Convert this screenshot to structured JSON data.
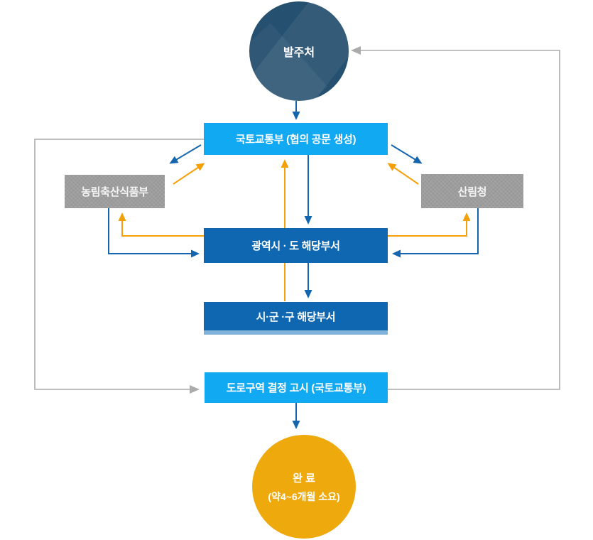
{
  "diagram": {
    "type": "flowchart",
    "nodes": {
      "orderer": {
        "label": "발주처",
        "shape": "circle",
        "color": "#25506f"
      },
      "molit": {
        "label": "국토교통부 (협의 공문 생성)",
        "shape": "box",
        "color": "#12a9f3"
      },
      "mafra": {
        "label": "농림축산식품부",
        "shape": "box",
        "color": "#9d9d9d"
      },
      "forest": {
        "label": "산림청",
        "shape": "box",
        "color": "#9d9d9d"
      },
      "province": {
        "label": "광역시 · 도 해당부서",
        "shape": "box",
        "color": "#0f67b1"
      },
      "district": {
        "label": "시·군 ·구 해당부서",
        "shape": "box",
        "color": "#0f67b1"
      },
      "notice": {
        "label": "도로구역 결정 고시 (국토교통부)",
        "shape": "box",
        "color": "#12a9f3"
      },
      "complete": {
        "label": "완 료",
        "sublabel": "(약4~6개월 소요)",
        "shape": "circle",
        "color": "#eea90d"
      }
    },
    "edges": [
      {
        "from": "orderer",
        "to": "molit",
        "color": "blue"
      },
      {
        "from": "molit",
        "to": "mafra",
        "color": "blue"
      },
      {
        "from": "mafra",
        "to": "molit",
        "color": "orange"
      },
      {
        "from": "molit",
        "to": "forest",
        "color": "blue"
      },
      {
        "from": "forest",
        "to": "molit",
        "color": "orange"
      },
      {
        "from": "molit",
        "to": "province",
        "color": "blue"
      },
      {
        "from": "district",
        "to": "molit",
        "color": "orange"
      },
      {
        "from": "province",
        "to": "district",
        "color": "blue"
      },
      {
        "from": "mafra",
        "to": "province",
        "color": "blue"
      },
      {
        "from": "province",
        "to": "mafra",
        "color": "orange"
      },
      {
        "from": "forest",
        "to": "province",
        "color": "blue"
      },
      {
        "from": "province",
        "to": "forest",
        "color": "orange"
      },
      {
        "from": "molit",
        "to": "notice",
        "color": "gray"
      },
      {
        "from": "notice",
        "to": "orderer",
        "color": "gray"
      },
      {
        "from": "notice",
        "to": "complete",
        "color": "blue"
      }
    ]
  },
  "colors": {
    "light_blue": "#12a9f3",
    "dark_blue": "#0f67b1",
    "arrow_blue": "#1565ae",
    "arrow_orange": "#f5a008",
    "gray_box": "#9d9d9d",
    "gray_line": "#ababab",
    "navy_circle": "#25506f",
    "orange_circle": "#eea90d",
    "strip_blue": "#7fb3da"
  }
}
